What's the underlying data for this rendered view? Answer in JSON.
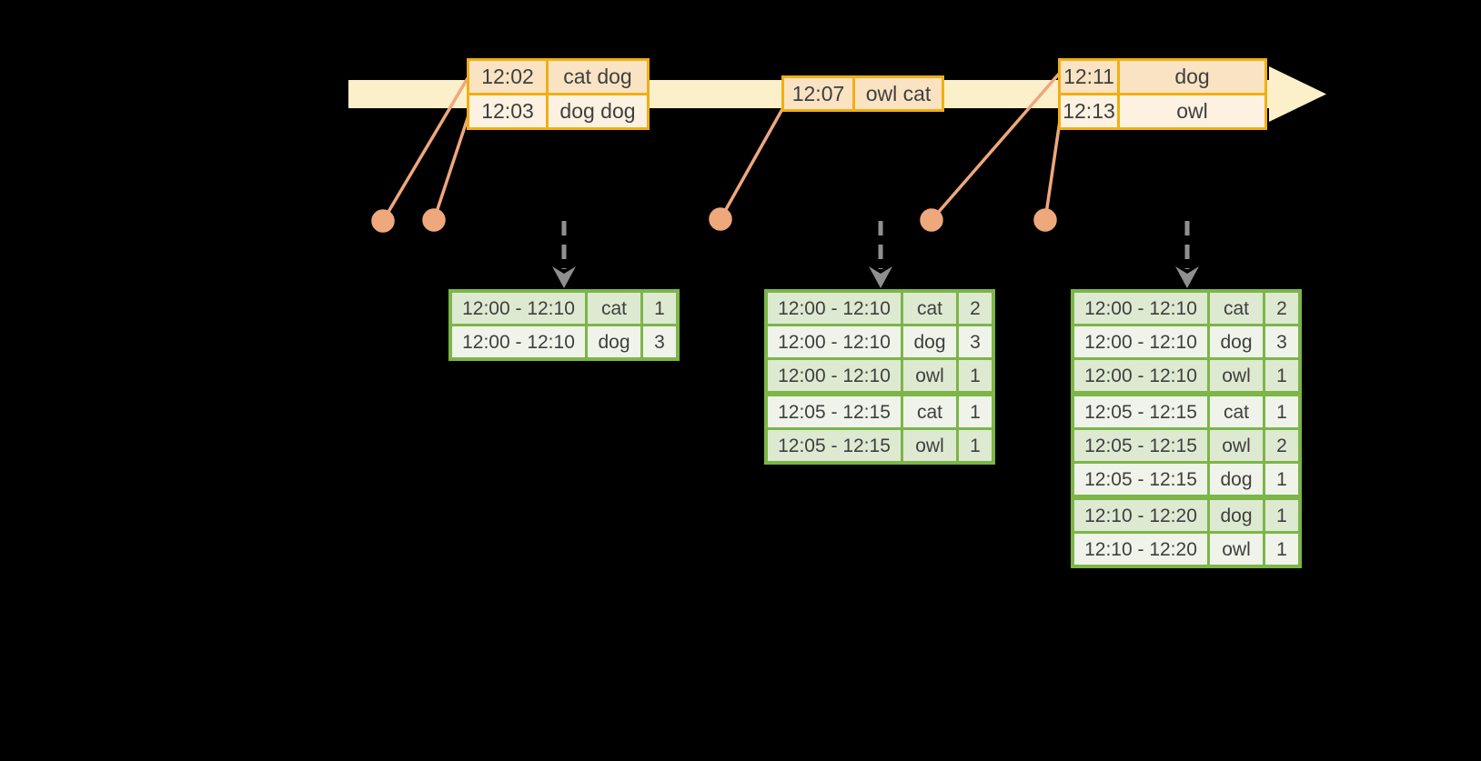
{
  "colors": {
    "background": "#000000",
    "timeline_band": "#FBF0C9",
    "event_border": "#F0AF13",
    "event_row_dark": "#FAE3C3",
    "event_row_light": "#FDF1E1",
    "connector_salmon": "#EFA77C",
    "table_border": "#7BB647",
    "table_row_dark": "#DEE9D2",
    "table_row_light": "#EFF3EA",
    "trigger_arrow_gray": "#8F8F8F",
    "text": "#3F3F3F"
  },
  "icons": {
    "timeline_arrow": "right-arrow",
    "trigger_arrow": "dashed-down-arrow",
    "event_marker": "dot"
  },
  "event_boxes": [
    {
      "rows": [
        {
          "time": "12:02",
          "words": "cat dog"
        },
        {
          "time": "12:03",
          "words": "dog dog"
        }
      ]
    },
    {
      "rows": [
        {
          "time": "12:07",
          "words": "owl cat"
        }
      ]
    },
    {
      "rows": [
        {
          "time": "12:11",
          "words": "dog"
        },
        {
          "time": "12:13",
          "words": "owl"
        }
      ]
    }
  ],
  "result_tables": [
    {
      "rows": [
        {
          "window": "12:00 - 12:10",
          "word": "cat",
          "count": "1"
        },
        {
          "window": "12:00 - 12:10",
          "word": "dog",
          "count": "3"
        }
      ]
    },
    {
      "rows": [
        {
          "window": "12:00 - 12:10",
          "word": "cat",
          "count": "2"
        },
        {
          "window": "12:00 - 12:10",
          "word": "dog",
          "count": "3"
        },
        {
          "window": "12:00 - 12:10",
          "word": "owl",
          "count": "1"
        },
        {
          "window": "12:05 - 12:15",
          "word": "cat",
          "count": "1"
        },
        {
          "window": "12:05 - 12:15",
          "word": "owl",
          "count": "1"
        }
      ]
    },
    {
      "rows": [
        {
          "window": "12:00 - 12:10",
          "word": "cat",
          "count": "2"
        },
        {
          "window": "12:00 - 12:10",
          "word": "dog",
          "count": "3"
        },
        {
          "window": "12:00 - 12:10",
          "word": "owl",
          "count": "1"
        },
        {
          "window": "12:05 - 12:15",
          "word": "cat",
          "count": "1"
        },
        {
          "window": "12:05 - 12:15",
          "word": "owl",
          "count": "2"
        },
        {
          "window": "12:05 - 12:15",
          "word": "dog",
          "count": "1"
        },
        {
          "window": "12:10 - 12:20",
          "word": "dog",
          "count": "1"
        },
        {
          "window": "12:10 - 12:20",
          "word": "owl",
          "count": "1"
        }
      ]
    }
  ]
}
